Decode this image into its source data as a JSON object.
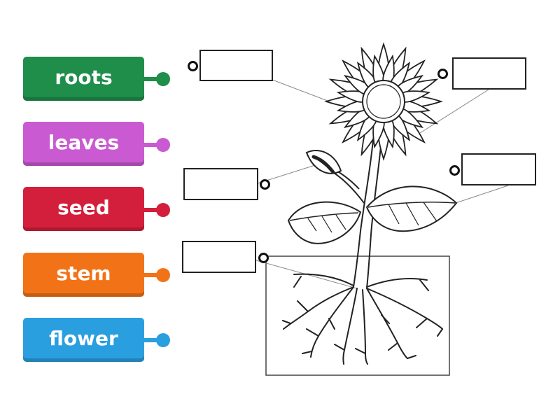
{
  "labels": [
    {
      "text": "roots",
      "color": "#1e8e4a",
      "dot": "#1e8e4a"
    },
    {
      "text": "leaves",
      "color": "#c95ad1",
      "dot": "#c95ad1"
    },
    {
      "text": "seed",
      "color": "#d31f3b",
      "dot": "#d31f3b"
    },
    {
      "text": "stem",
      "color": "#f27317",
      "dot": "#f27317"
    },
    {
      "text": "flower",
      "color": "#2a9fe0",
      "dot": "#2a9fe0"
    }
  ],
  "colors": {
    "outline": "#222222",
    "leader_line": "#888888"
  }
}
